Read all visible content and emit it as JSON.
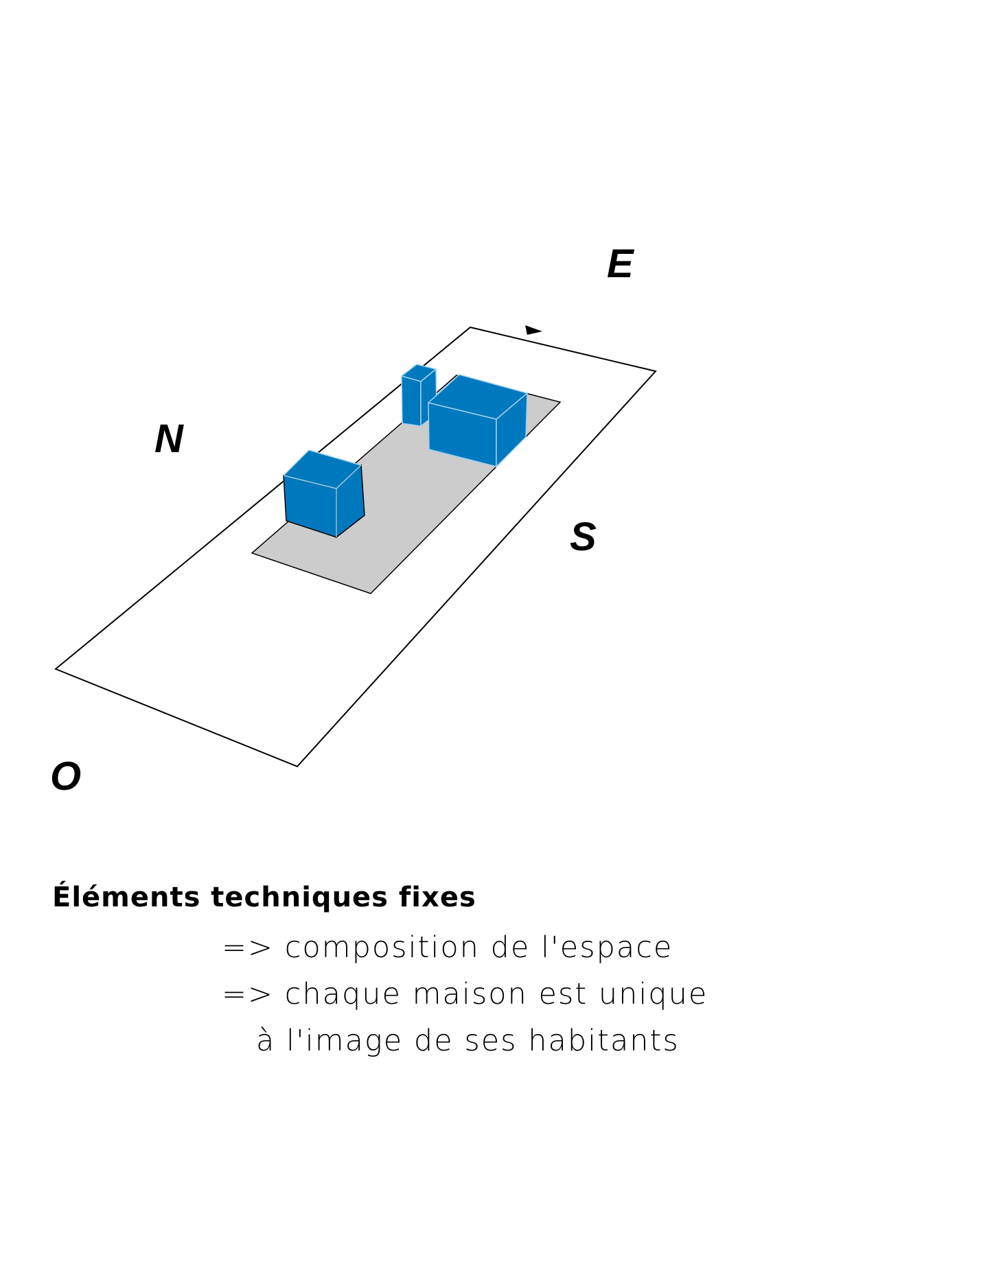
{
  "compass": {
    "north": "N",
    "east": "E",
    "south": "S",
    "west": "O"
  },
  "colors": {
    "volume_face": "#0078bd",
    "volume_edge": "#9fd0ef",
    "building_zone": "#cccccc",
    "outline": "#000000"
  },
  "caption": {
    "title": "Éléments techniques fixes",
    "line1": "=> composition de l'espace",
    "line2": "=> chaque maison est unique",
    "line3": "à l'image de ses habitants"
  }
}
